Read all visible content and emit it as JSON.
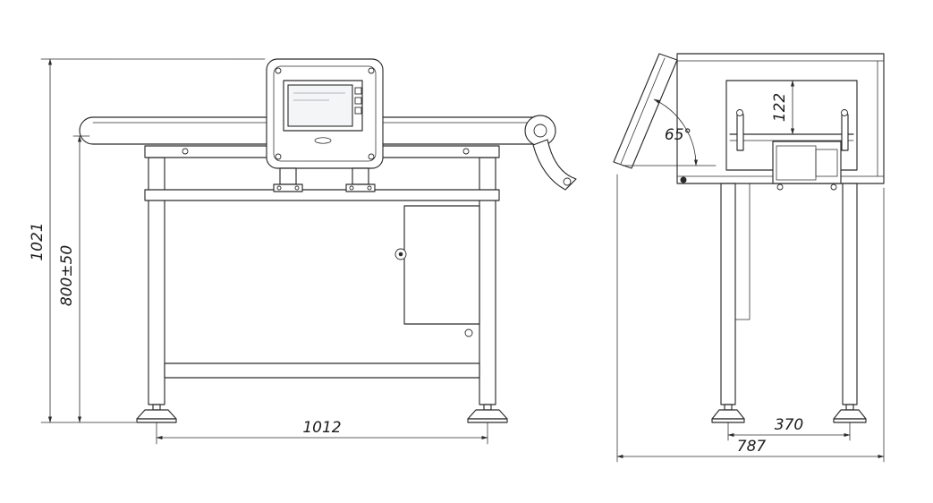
{
  "page": {
    "background": "#ffffff",
    "line_color": "#2b2b2b"
  },
  "front_view": {
    "dims": {
      "overall_height": "1021",
      "belt_height": "800±50",
      "foot_span": "1012"
    }
  },
  "side_view": {
    "dims": {
      "panel_angle": "65°",
      "aperture_height": "122",
      "foot_span": "370",
      "overall_depth": "787"
    }
  }
}
